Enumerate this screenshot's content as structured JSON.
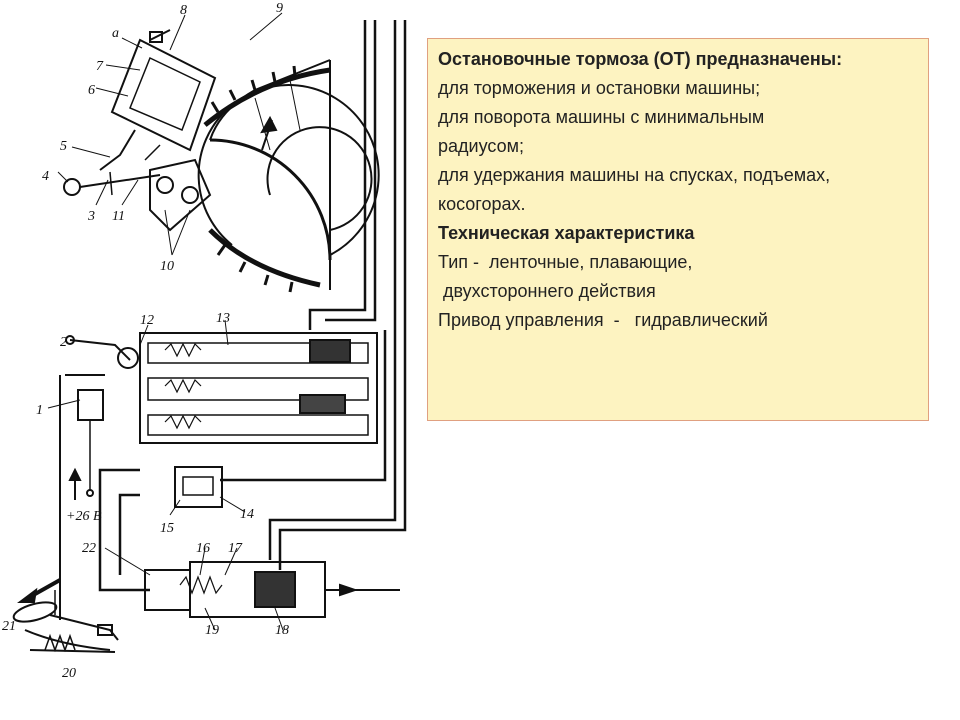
{
  "text_box": {
    "title": "Остановочные тормоза (ОТ) предназначены:",
    "purpose_1": "для торможения и остановки машины;",
    "purpose_2a": "для поворота машины с минимальным",
    "purpose_2b": "радиусом;",
    "purpose_3a": "для удержания машины на спусках, подъемах,",
    "purpose_3b": "косогорах.",
    "spec_heading": "Техническая характеристика",
    "type_line_1": "Тип -  ленточные, плавающие,",
    "type_line_2": " двухстороннего действия",
    "drive_line": "Привод управления  -   гидравлический"
  },
  "diagram": {
    "labels": {
      "a": "а",
      "n8": "8",
      "n9": "9",
      "n7": "7",
      "n6": "6",
      "n5": "5",
      "n4": "4",
      "n3": "3",
      "n11": "11",
      "n10": "10",
      "n12": "12",
      "n13": "13",
      "n2": "2",
      "n1": "1",
      "voltage": "+26 В",
      "n15": "15",
      "n14": "14",
      "n22": "22",
      "n16": "16",
      "n17": "17",
      "n19": "19",
      "n18": "18",
      "n21": "21",
      "n20": "20"
    }
  }
}
